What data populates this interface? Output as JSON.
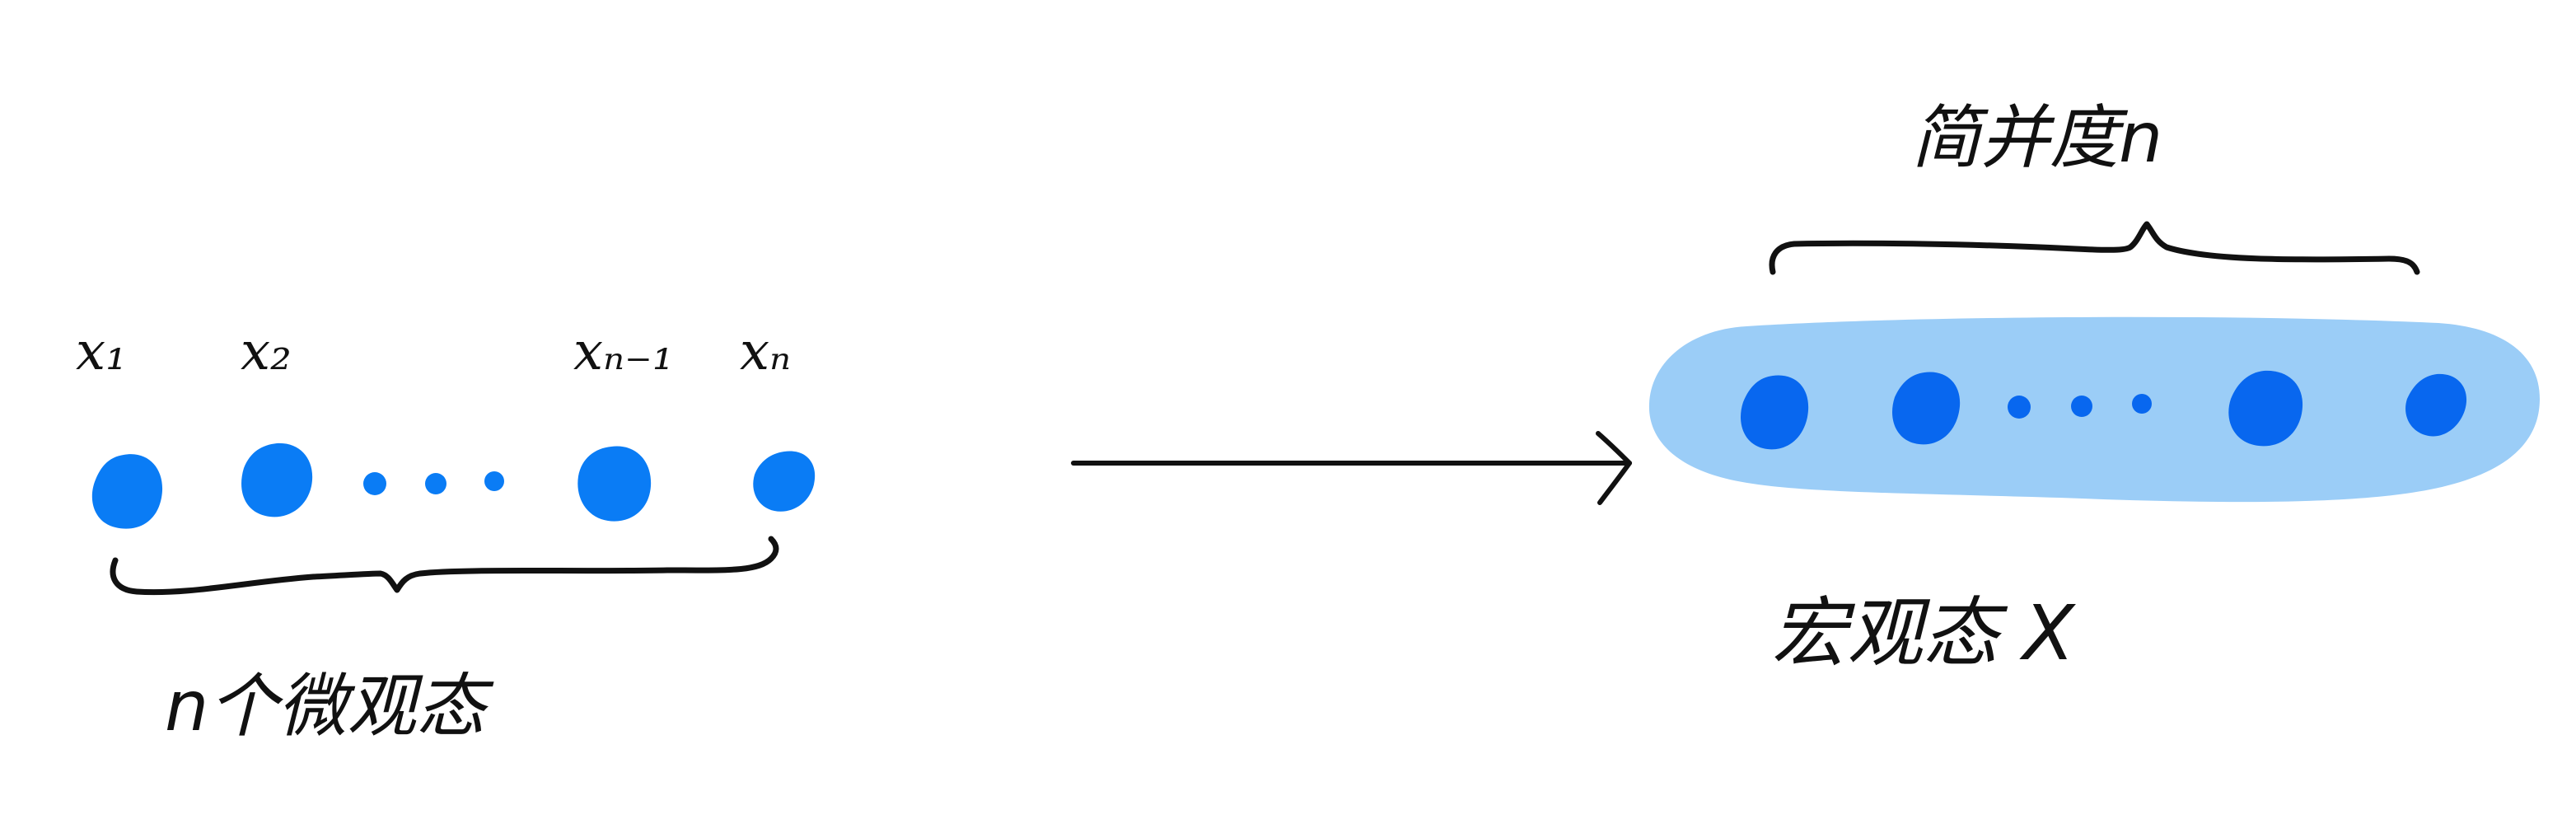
{
  "colors": {
    "ink": "#111111",
    "micro_dot": "#0a7cf5",
    "macro_dot": "#0867ef",
    "macro_blob": "#9bcdf7"
  },
  "micro": {
    "labels": {
      "x1": "x₁",
      "x2": "x₂",
      "xn_1": "xₙ₋₁",
      "xn": "xₙ"
    },
    "caption": "n个微观态"
  },
  "macro": {
    "degeneracy_label": "简并度n",
    "caption": "宏观态 X"
  }
}
